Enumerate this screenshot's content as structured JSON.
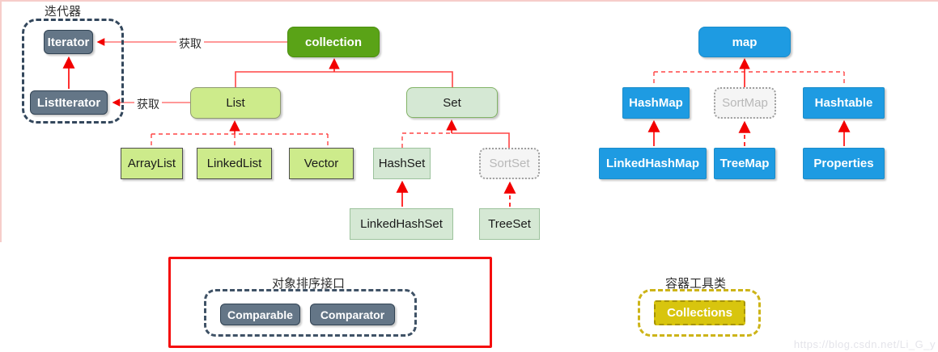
{
  "groups": {
    "iterator": {
      "title": "迭代器"
    },
    "sorting": {
      "title": "对象排序接口"
    },
    "utility": {
      "title": "容器工具类"
    }
  },
  "nodes": {
    "iterator": "Iterator",
    "list_iterator": "ListIterator",
    "collection": "collection",
    "list": "List",
    "set": "Set",
    "array_list": "ArrayList",
    "linked_list": "LinkedList",
    "vector": "Vector",
    "hash_set": "HashSet",
    "sort_set": "SortSet",
    "linked_hash_set": "LinkedHashSet",
    "tree_set": "TreeSet",
    "map": "map",
    "hash_map": "HashMap",
    "sort_map": "SortMap",
    "hashtable": "Hashtable",
    "linked_hash_map": "LinkedHashMap",
    "tree_map": "TreeMap",
    "properties": "Properties",
    "comparable": "Comparable",
    "comparator": "Comparator",
    "collections": "Collections"
  },
  "edge_labels": {
    "acquire_iterator": "获取",
    "acquire_list_iterator": "获取"
  },
  "watermark": "https://blog.csdn.net/Li_G_y",
  "colors": {
    "collection_green": "#5aa317",
    "light_green": "#cdeb8b",
    "pale_green": "#d5e8d4",
    "map_blue": "#1e9be2",
    "slate_gray": "#647687",
    "disabled_gray": "#f5f5f5",
    "utility_yellow": "#d8c50e",
    "arrow_red": "#ff4545",
    "frame_red": "#f50d0d"
  }
}
